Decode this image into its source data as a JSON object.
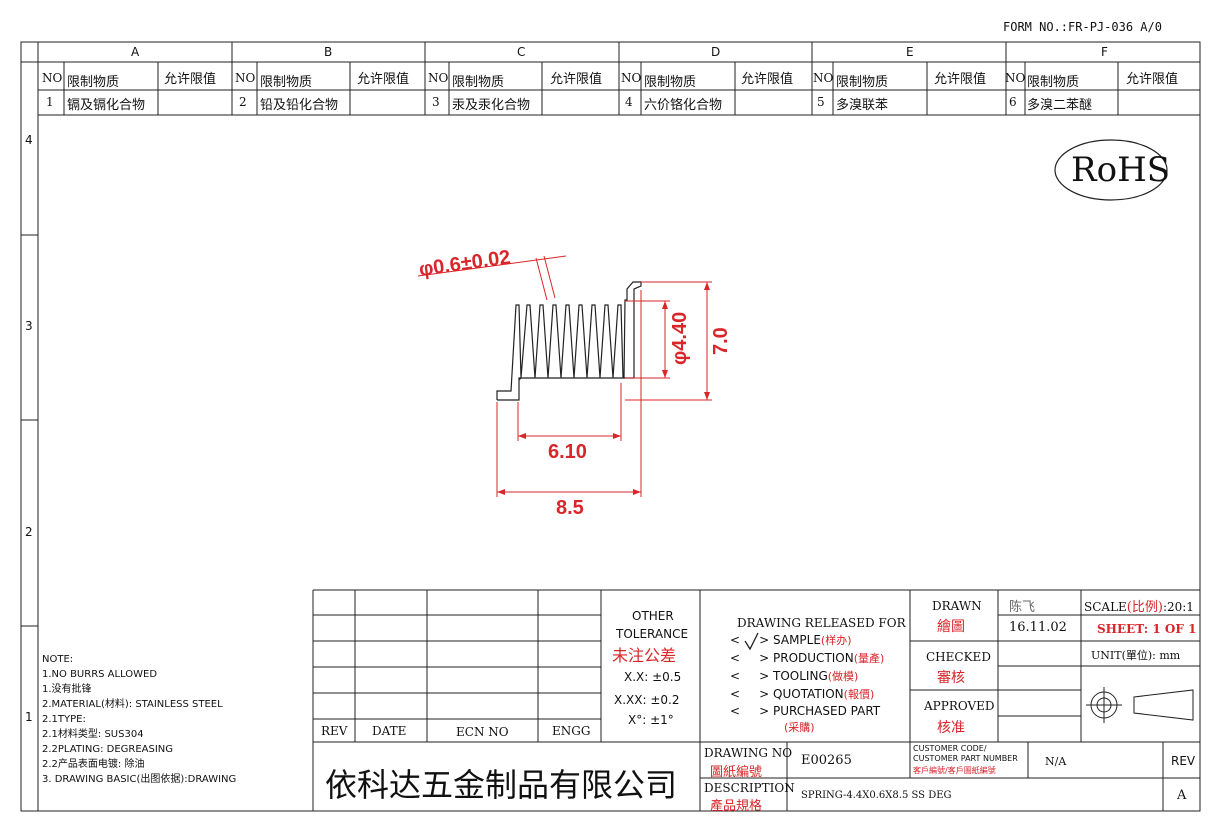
{
  "form_no": "FORM NO.:FR-PJ-036 A/0",
  "columns": [
    "A",
    "B",
    "C",
    "D",
    "E",
    "F"
  ],
  "rows_left": [
    "4",
    "3",
    "2",
    "1"
  ],
  "substance_header": {
    "no": "NO",
    "substance": "限制物质",
    "limit": "允许限值"
  },
  "substances": [
    {
      "no": "1",
      "name": "镉及镉化合物"
    },
    {
      "no": "2",
      "name": "铅及铅化合物"
    },
    {
      "no": "3",
      "name": "汞及汞化合物"
    },
    {
      "no": "4",
      "name": "六价铬化合物"
    },
    {
      "no": "5",
      "name": "多溴联苯"
    },
    {
      "no": "6",
      "name": "多溴二苯醚"
    }
  ],
  "rohs": "RoHS",
  "dimensions": {
    "wire": "φ0.6±0.02",
    "diameter": "φ4.40",
    "height": "7.0",
    "body_length": "6.10",
    "total_length": "8.5"
  },
  "notes": {
    "title": "NOTE:",
    "lines": [
      "1.NO BURRS ALLOWED",
      "1.没有批锋",
      "2.MATERIAL(材料): STAINLESS STEEL",
      "2.1TYPE:",
      "2.1材料类型: SUS304",
      "2.2PLATING: DEGREASING",
      "2.2产品表面电镀: 除油",
      "3. DRAWING BASIC(出图依据):DRAWING"
    ]
  },
  "rev_table": {
    "rev": "REV",
    "date": "DATE",
    "ecn": "ECN NO",
    "engg": "ENGG"
  },
  "tolerance": {
    "title_1": "OTHER",
    "title_2": "TOLERANCE",
    "title_cn": "未注公差",
    "xx": "X.X: ±0.5",
    "xxx": "X.XX: ±0.2",
    "deg": "X°: ±1°"
  },
  "release": {
    "title": "DRAWING RELEASED FOR",
    "items": [
      {
        "label": "SAMPLE",
        "cn": "(样办)",
        "checked": true
      },
      {
        "label": "PRODUCTION",
        "cn": "(量產)",
        "checked": false
      },
      {
        "label": "TOOLING",
        "cn": "(做模)",
        "checked": false
      },
      {
        "label": "QUOTATION",
        "cn": "(報價)",
        "checked": false
      },
      {
        "label": "PURCHASED PART",
        "cn": "(采購)",
        "checked": false
      }
    ]
  },
  "approvals": {
    "drawn": "DRAWN",
    "drawn_cn": "繪圖",
    "drawn_by": "陈飞",
    "drawn_date": "16.11.02",
    "checked": "CHECKED",
    "checked_cn": "審核",
    "approved": "APPROVED",
    "approved_cn": "核准"
  },
  "scale": {
    "label": "SCALE",
    "label_cn": "(比例)",
    "value": ":20:1"
  },
  "sheet": "SHEET:  1 OF 1",
  "unit": "UNIT(單位): mm",
  "company": "依科达五金制品有限公司",
  "drawing_no": {
    "label": "DRAWING NO",
    "label_cn": "圖紙編號",
    "value": "E00265"
  },
  "customer_code": {
    "label_1": "CUSTOMER CODE/",
    "label_2": "CUSTOMER PART NUMBER",
    "label_cn": "客戶編號/客戶圖紙編號",
    "value": "N/A"
  },
  "rev_label": "REV",
  "rev_value": "A",
  "description": {
    "label": "DESCRIPTION",
    "label_cn": "產品規格",
    "value": "SPRING-4.4X0.6X8.5 SS DEG"
  }
}
